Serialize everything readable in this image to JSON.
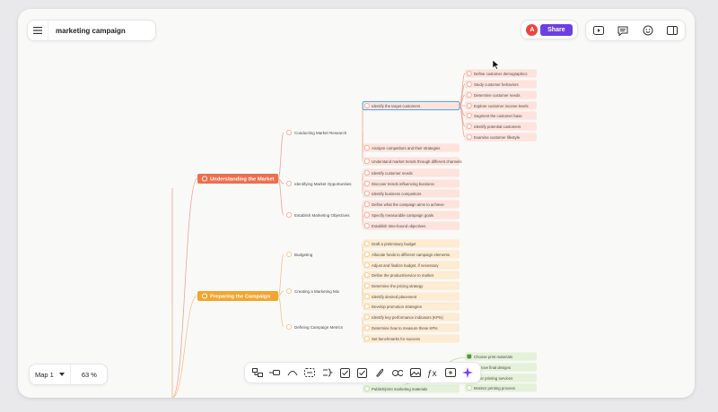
{
  "header": {
    "title": "marketing campaign",
    "avatar_letter": "A",
    "share_label": "Share"
  },
  "icons": {
    "menu": "hamburger-icon",
    "present": "play-icon",
    "comments": "comment-icon",
    "emoji": "emoji-icon",
    "sidebar": "sidebar-icon",
    "sparkle": "ai-sparkle-icon"
  },
  "footer": {
    "map_label": "Map 1",
    "zoom": "63 %"
  },
  "toolbar": {
    "items": [
      "subtopic-icon",
      "sibling-icon",
      "relationship-icon",
      "boundary-icon",
      "summary-icon",
      "task-icon",
      "checkbox-icon",
      "link-icon",
      "hyperlink-icon",
      "image-icon",
      "formula-icon",
      "video-icon",
      "ai-sparkle-icon"
    ]
  },
  "colors": {
    "red_stroke": "#f0a392",
    "red_fill": "#fde3dc",
    "main_red": "#ef6f4d",
    "orange_stroke": "#f3c48a",
    "orange_fill": "#fdebd2",
    "main_orange": "#f4a52e",
    "green_fill": "#e5f1d9",
    "green_stroke": "#b9d89b",
    "accent": "#6b3ee6",
    "selected": "#4aa3e8"
  },
  "mindmap": {
    "mains": [
      {
        "label": "Understanding the Market",
        "color": "red",
        "subs": [
          {
            "label": "Conducting Market Research",
            "leaves": [
              {
                "label": "Identify the target customers",
                "selected": true,
                "children": [
                  "Define customer demographics",
                  "Study customer behaviors",
                  "Determine customer needs",
                  "Explore customer income levels",
                  "Segment the customer base",
                  "Identify potential customers",
                  "Examine customer lifestyle"
                ]
              },
              {
                "label": "Analyze competitors and their strategies"
              },
              {
                "label": "Understand market trends through different channels"
              }
            ]
          },
          {
            "label": "Identifying Market Opportunities",
            "leaves": [
              {
                "label": "Identify customer needs"
              },
              {
                "label": "Discover trends influencing business"
              },
              {
                "label": "Identify business competitors"
              }
            ]
          },
          {
            "label": "Establish Marketing Objectives",
            "leaves": [
              {
                "label": "Define what the campaign aims to achieve"
              },
              {
                "label": "Specify measurable campaign goals"
              },
              {
                "label": "Establish time-bound objectives"
              }
            ]
          }
        ]
      },
      {
        "label": "Preparing the Campaign",
        "color": "orange",
        "subs": [
          {
            "label": "Budgeting",
            "leaves": [
              {
                "label": "Draft a preliminary budget"
              },
              {
                "label": "Allocate funds to different campaign elements"
              },
              {
                "label": "Adjust and finalize budget, if necessary"
              }
            ]
          },
          {
            "label": "Creating a Marketing Mix",
            "leaves": [
              {
                "label": "Define the product/service to market"
              },
              {
                "label": "Determine the pricing strategy"
              },
              {
                "label": "Identify desired placement"
              },
              {
                "label": "Develop promotion strategies"
              }
            ]
          },
          {
            "label": "Defining Campaign Metrics",
            "leaves": [
              {
                "label": "Identify key performance indicators (KPIs)"
              },
              {
                "label": "Determine how to measure these KPIs"
              },
              {
                "label": "Set benchmarks for success"
              }
            ]
          }
        ]
      }
    ],
    "green_items": [
      {
        "label": "Choose print materials",
        "checked": true
      },
      {
        "label": "Approve final designs",
        "checked": false
      },
      {
        "label": "Order printing services",
        "checked": false
      },
      {
        "label": "Monitor printing process",
        "checked": false
      }
    ],
    "green_partial": "Publish/print marketing materials"
  }
}
